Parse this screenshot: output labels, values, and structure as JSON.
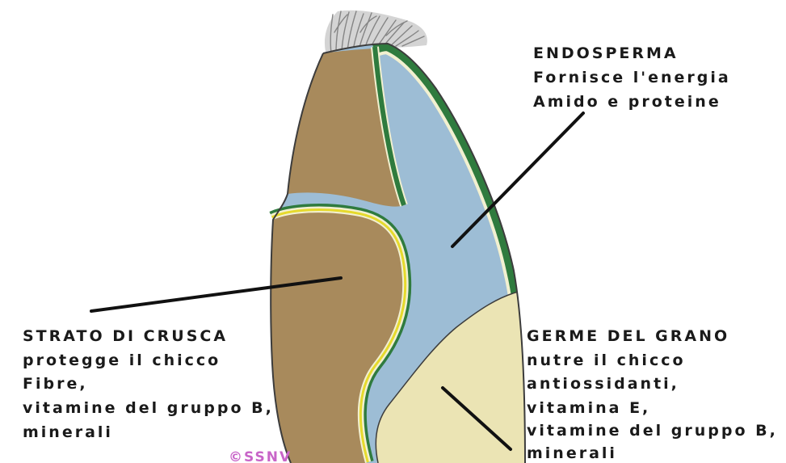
{
  "labels": {
    "endosperm": {
      "title": "ENDOSPERMA",
      "lines": [
        "Fornisce l'energia",
        "Amido e proteine"
      ]
    },
    "bran": {
      "title": "STRATO DI CRUSCA",
      "lines": [
        "protegge il chicco",
        "Fibre,",
        "vitamine del gruppo B,",
        "minerali"
      ]
    },
    "germ": {
      "title": "GERME DEL GRANO",
      "lines": [
        "nutre il chicco",
        "antiossidanti,",
        "vitamina E,",
        "vitamine del gruppo B,",
        "minerali"
      ]
    }
  },
  "copyright": "©SSNV",
  "colors": {
    "bran": "#a88a5c",
    "endosperm": "#9dbdd5",
    "germ": "#ebe4b4",
    "layer_green": "#2f7b3e",
    "layer_pale": "#f2f0d0",
    "layer_yellow": "#e6da2c",
    "outline": "#3c3c3c",
    "pointer": "#111111",
    "text": "#1a1a1a",
    "watermark": "#c865c8",
    "brush": "#858585",
    "brush_fill": "#d4d4d4"
  }
}
